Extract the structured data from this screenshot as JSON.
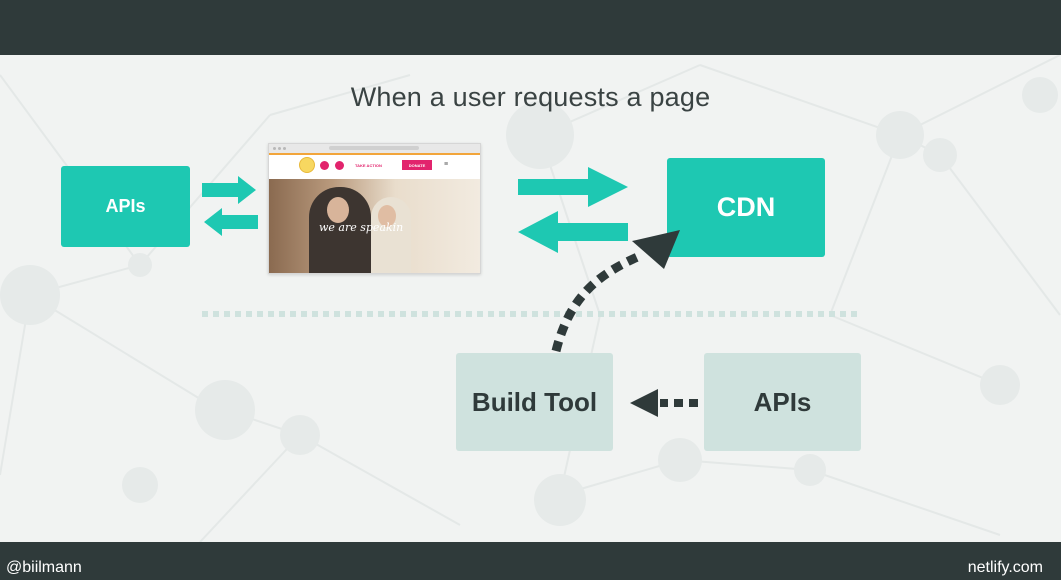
{
  "title": "When a user requests a page",
  "nodes": {
    "apis_left": "APIs",
    "cdn": "CDN",
    "build_tool": "Build Tool",
    "apis_right": "APIs"
  },
  "website": {
    "take_action": "TAKE ACTION",
    "donate": "DONATE",
    "hero_text": "we are speakin"
  },
  "footer": {
    "handle": "@biilmann",
    "site": "netlify.com"
  },
  "colors": {
    "teal": "#1ec8b2",
    "pale": "#cfe2de",
    "dark": "#2f3a3a",
    "dots": "#cfe2de"
  }
}
